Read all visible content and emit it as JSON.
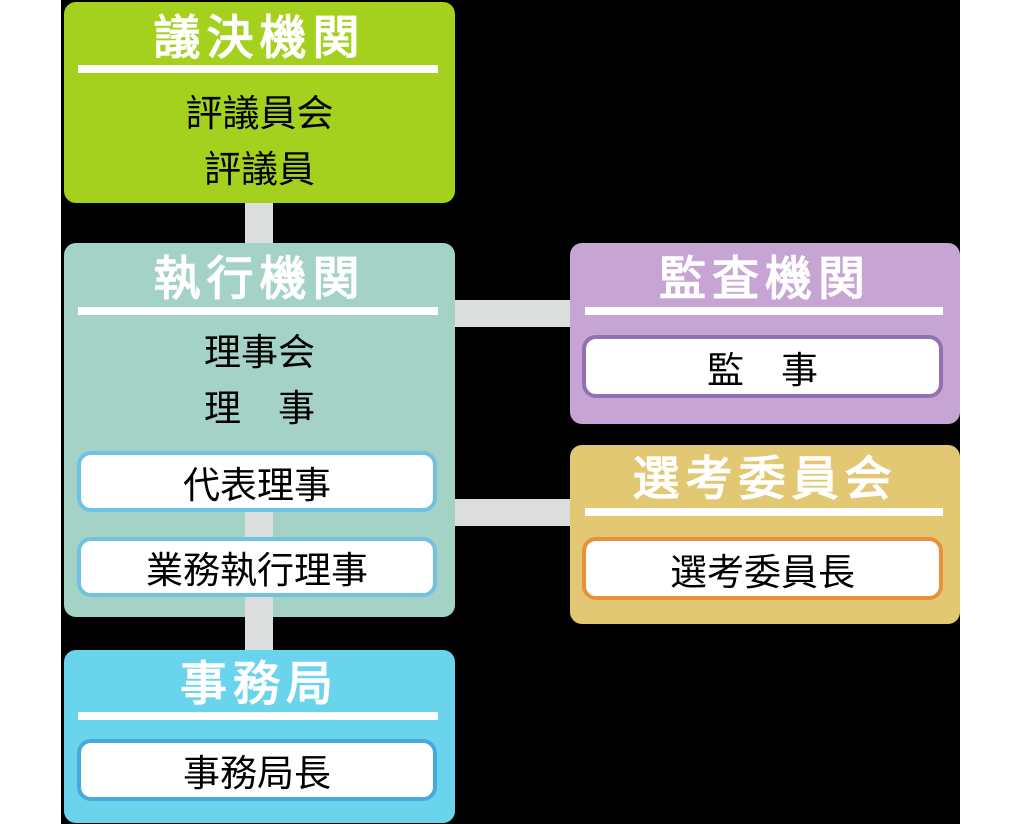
{
  "page": {
    "background": "#ffffff",
    "panel_background": "#000000",
    "connector_color": "#dcdddd"
  },
  "chart": {
    "decision": {
      "title": "議決機関",
      "color": "#a3d11e",
      "members": [
        "評議員会",
        "評議員"
      ]
    },
    "executive": {
      "title": "執行機関",
      "color": "#a4d2c6",
      "members": [
        "理事会",
        "理　事"
      ],
      "subs": [
        "代表理事",
        "業務執行理事"
      ],
      "sub_border": "#70c2e2"
    },
    "audit": {
      "title": "監査機関",
      "color": "#c6a5d5",
      "subs": [
        "監　事"
      ],
      "sub_border": "#9271b3"
    },
    "selection": {
      "title": "選考委員会",
      "color": "#e3c873",
      "subs": [
        "選考委員長"
      ],
      "sub_border": "#e8913c"
    },
    "secretariat": {
      "title": "事務局",
      "color": "#6ad4ed",
      "subs": [
        "事務局長"
      ],
      "sub_border": "#47aadf"
    }
  }
}
